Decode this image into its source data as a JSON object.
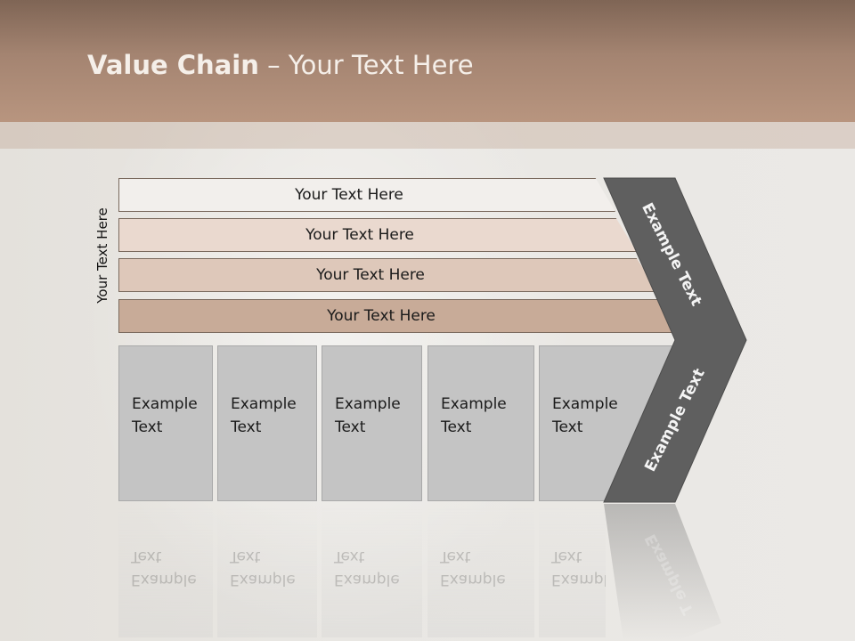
{
  "title": {
    "bold": "Value Chain",
    "rest": " – Your Text Here"
  },
  "side_label": "Your Text Here",
  "rows": [
    {
      "label": "Your Text Here"
    },
    {
      "label": "Your Text Here"
    },
    {
      "label": "Your Text Here"
    },
    {
      "label": "Your Text Here"
    }
  ],
  "columns": [
    {
      "line1": "Example",
      "line2": "Text"
    },
    {
      "line1": "Example",
      "line2": "Text"
    },
    {
      "line1": "Example",
      "line2": "Text"
    },
    {
      "line1": "Example",
      "line2": "Text"
    },
    {
      "line1": "Example",
      "line2": "Text"
    }
  ],
  "chevron": {
    "upper": "Example Text",
    "lower": "Example Text",
    "reflection": "Example T"
  },
  "colors": {
    "header": "#a48471",
    "chevron": "#5f5f5f",
    "column": "#c4c4c4"
  }
}
